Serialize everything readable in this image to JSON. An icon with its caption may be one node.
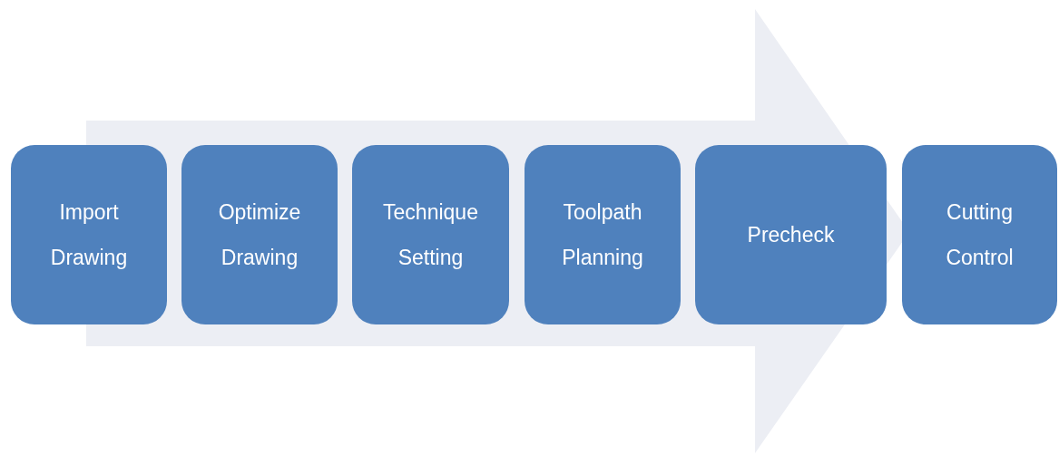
{
  "diagram": {
    "nodes": [
      {
        "text": [
          "Import Drawing"
        ]
      },
      {
        "text": [
          "Optimize Drawing"
        ]
      },
      {
        "text": [
          "Technique Setting"
        ]
      },
      {
        "text": [
          "Toolpath Planning"
        ]
      },
      {
        "text": [
          "Precheck"
        ]
      },
      {
        "text": [
          "Cutting Control"
        ]
      }
    ],
    "edges": [
      {
        "from": 0,
        "to": 5,
        "arrow": "to"
      }
    ]
  }
}
